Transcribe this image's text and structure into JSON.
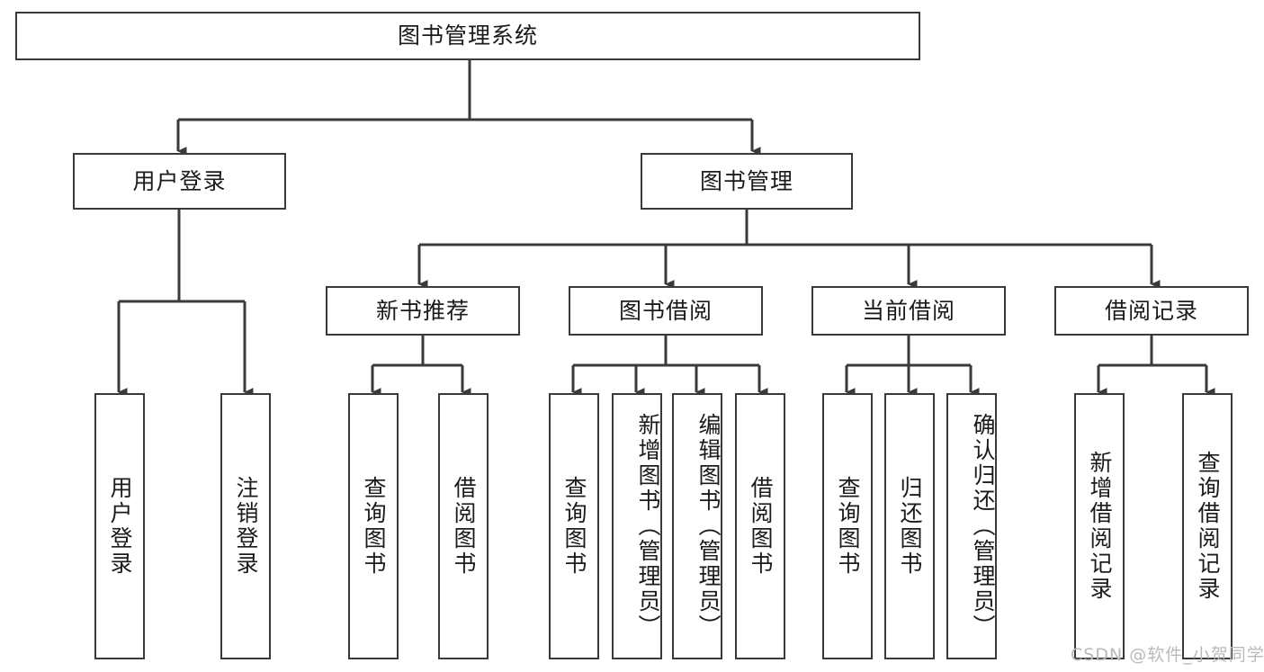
{
  "diagram": {
    "title": "图书管理系统",
    "watermark": "CSDN @软件_小贺同学",
    "colors": {
      "stroke": "#3a3a3a",
      "text": "#1b1b1b",
      "background": "#ffffff",
      "watermark": "#b9b9b9"
    },
    "nodes": {
      "root": "图书管理系统",
      "user_login": "用户登录",
      "book_manage": "图书管理",
      "new_book_rec": "新书推荐",
      "book_borrow": "图书借阅",
      "current_borrow": "当前借阅",
      "borrow_record": "借阅记录",
      "leaf_user_login": "用户登录",
      "leaf_logout": "注销登录",
      "leaf_query_book_1": "查询图书",
      "leaf_borrow_book_1": "借阅图书",
      "leaf_query_book_2": "查询图书",
      "leaf_add_book_admin": "新增图书（管理员）",
      "leaf_edit_book_admin": "编辑图书（管理员）",
      "leaf_borrow_book_2": "借阅图书",
      "leaf_query_book_3": "查询图书",
      "leaf_return_book": "归还图书",
      "leaf_confirm_return_admin": "确认归还（管理员）",
      "leaf_add_record": "新增借阅记录",
      "leaf_query_record": "查询借阅记录"
    }
  }
}
